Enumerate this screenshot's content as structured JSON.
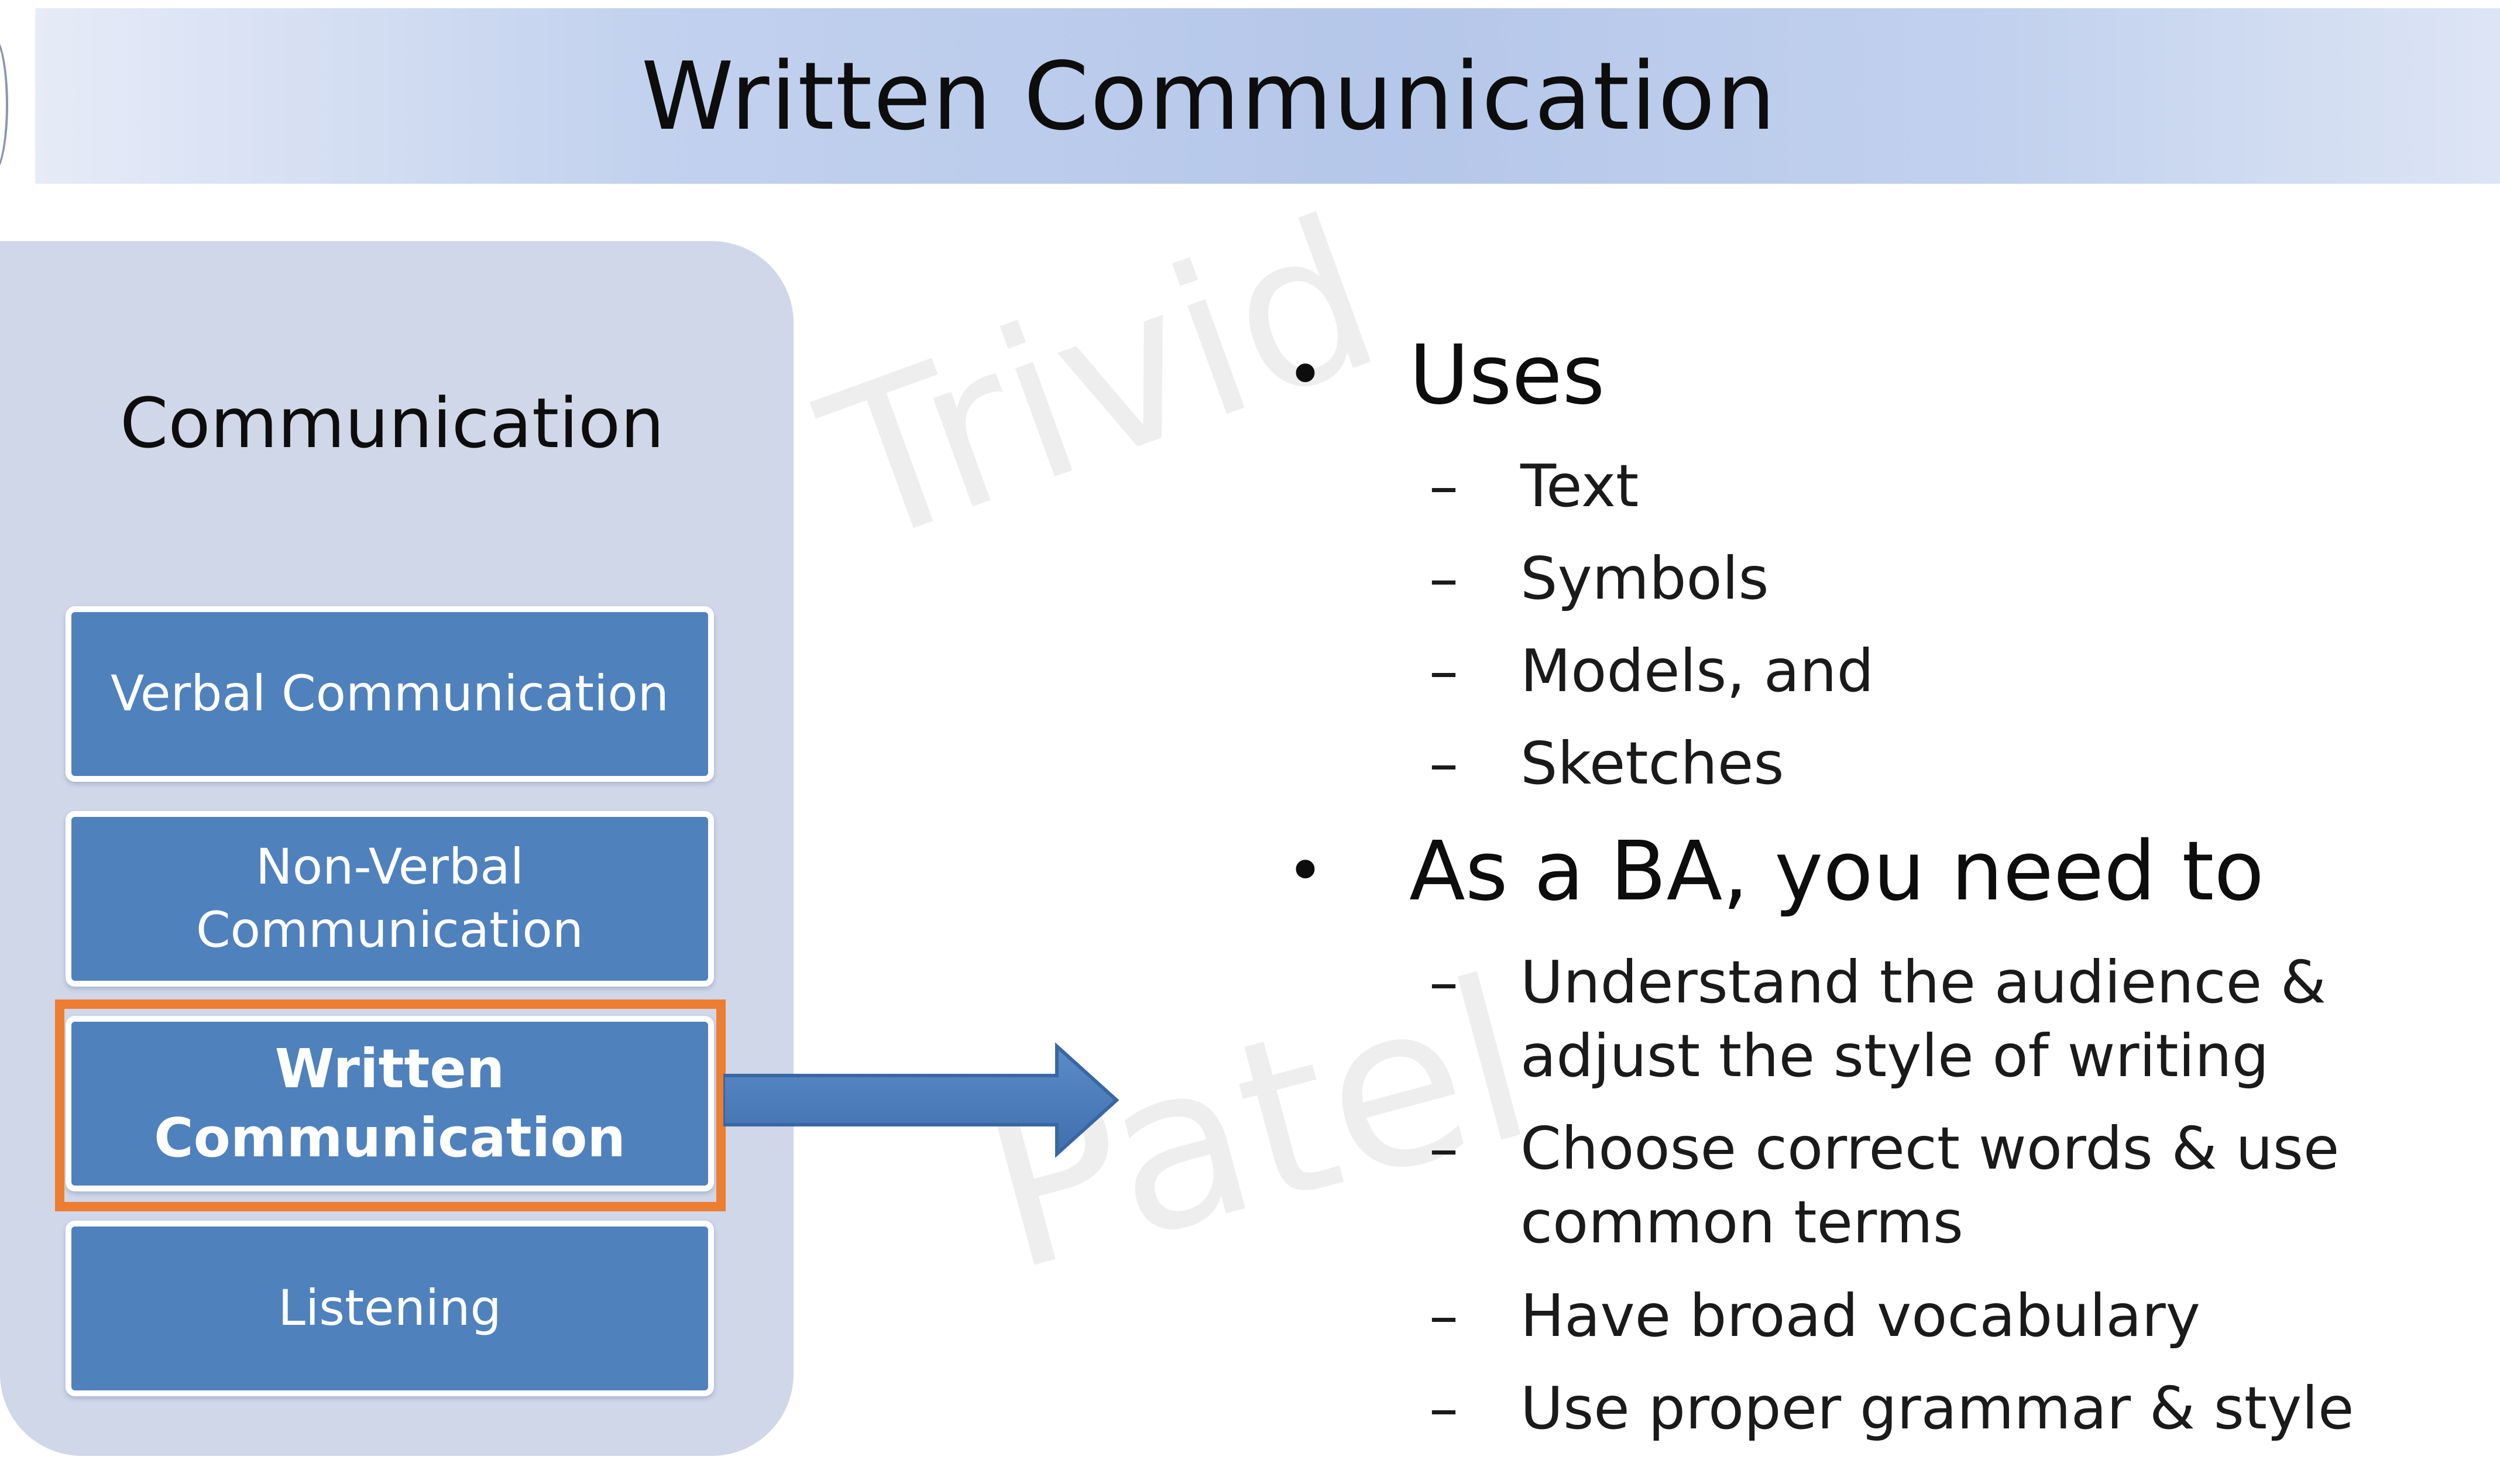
{
  "slide": {
    "title": "Written Communication"
  },
  "panel": {
    "title": "Communication",
    "items": [
      {
        "label": "Verbal Communication",
        "selected": false
      },
      {
        "label": "Non-Verbal Communication",
        "selected": false
      },
      {
        "label": "Written Communication",
        "selected": true
      },
      {
        "label": "Listening",
        "selected": false
      }
    ]
  },
  "watermark": {
    "line1": "Trivid",
    "line2": "Patel"
  },
  "content": {
    "bullets": [
      {
        "label": "Uses",
        "subs": [
          "Text",
          "Symbols",
          "Models, and",
          "Sketches"
        ]
      },
      {
        "label": "As a BA, you need to",
        "subs": [
          "Understand the audience & adjust the style of writing",
          "Choose correct words & use common terms",
          "Have broad vocabulary",
          "Use proper grammar & style"
        ]
      }
    ],
    "bullet_glyph": "•",
    "dash_glyph": "–"
  },
  "colors": {
    "box_fill": "#4f81bd",
    "panel_fill": "#cfd7e8",
    "highlight": "#ed7d31",
    "banner": "#b5c7ea"
  }
}
